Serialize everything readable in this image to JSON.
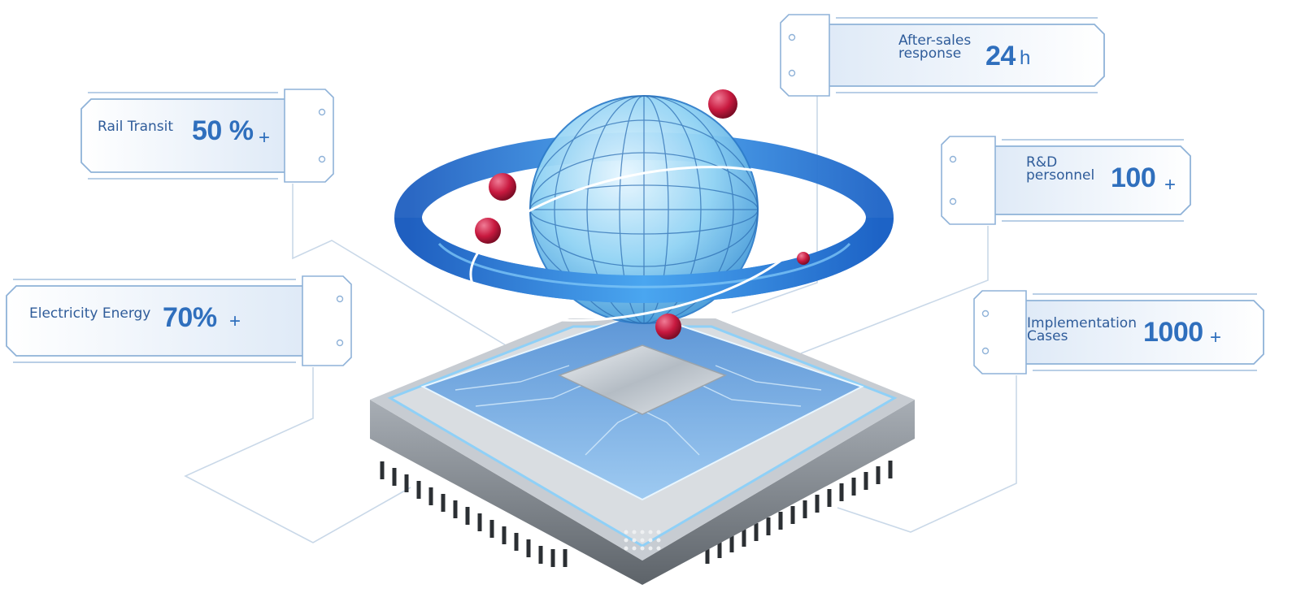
{
  "stats": [
    {
      "id": "rail-transit",
      "label_lines": [
        "Rail Transit"
      ],
      "value": "50 %",
      "suffix": "+"
    },
    {
      "id": "electricity-energy",
      "label_lines": [
        "Electricity Energy"
      ],
      "value": "70%",
      "suffix": "+"
    },
    {
      "id": "after-sales",
      "label_lines": [
        "After-sales",
        "response"
      ],
      "value": "24",
      "suffix": "h"
    },
    {
      "id": "rd-personnel",
      "label_lines": [
        "R&D",
        "personnel"
      ],
      "value": "100",
      "suffix": "+"
    },
    {
      "id": "implementation-cases",
      "label_lines": [
        "Implementation",
        "Cases"
      ],
      "value": "1000",
      "suffix": "+"
    }
  ],
  "colors": {
    "text": "#2f5c9a",
    "accent": "#2f6fbd",
    "frame": "#8fb2d8",
    "connector": "#c7d6e6",
    "ring": "#2d79d6",
    "globe": "#6cc2ee",
    "sphere": "#c8193f",
    "chip": "#8d949c"
  },
  "illustration": {
    "name": "globe-over-chip",
    "icons": [
      "ringed-globe-icon",
      "processor-chip-icon",
      "orbit-sphere-icon"
    ]
  }
}
